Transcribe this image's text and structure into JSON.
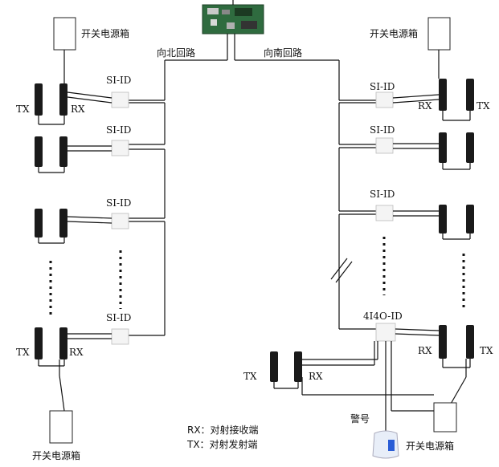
{
  "loops": {
    "north": "向北回路",
    "south": "向南回路"
  },
  "labels": {
    "si_id": "SI-ID",
    "ioid": "4I4O-ID",
    "rx": "RX",
    "tx": "TX",
    "power_box": "开关电源箱",
    "alarm": "警号"
  },
  "legend": {
    "rx": "RX：对射接收端",
    "tx": "TX：对射发射端"
  }
}
